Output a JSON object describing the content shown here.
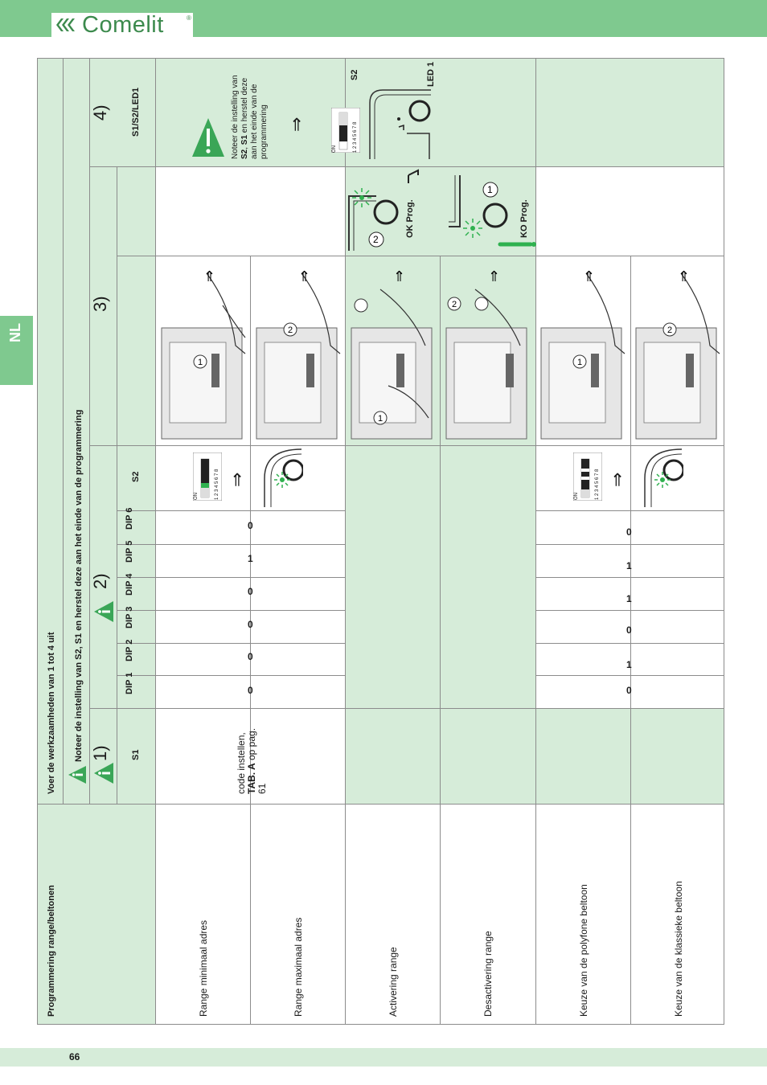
{
  "brand": {
    "logo_text": "Comelit",
    "reg": "®"
  },
  "side_tab": {
    "label": "NL"
  },
  "page": {
    "number": "66"
  },
  "header": {
    "row1_title": "Programmering range/beltonen",
    "row1_subtitle": "Voer de werkzaamheden van 1 tot 4 uit",
    "row2_note": "Noteer de instelling van S2, S1 en herstel deze aan het einde van de programmering"
  },
  "steps": [
    {
      "label": "1)"
    },
    {
      "label": "2)"
    },
    {
      "label": "3)"
    },
    {
      "label": "4)"
    }
  ],
  "columns": {
    "s1": "S1",
    "dip": [
      "DIP 1",
      "DIP 2",
      "DIP 3",
      "DIP 4",
      "DIP 5",
      "DIP 6"
    ],
    "s2": "S2",
    "s1s2led1": "S1/S2/LED1"
  },
  "s1_text": {
    "line1": "code instellen,",
    "tab": "TAB. A",
    "line2": " op pag.",
    "line3": "61"
  },
  "rows": [
    {
      "label": "Range minimaal adres",
      "dips": []
    },
    {
      "label": "Range maximaal adres",
      "dips": []
    },
    {
      "label": "Activering range"
    },
    {
      "label": "Desactivering range"
    },
    {
      "label": "Keuze van de polyfone beltoon",
      "dips": []
    },
    {
      "label": "Keuze van de klassieke beltoon",
      "dips": []
    }
  ],
  "dip_values_range": [
    "0",
    "0",
    "0",
    "0",
    "1",
    "0"
  ],
  "dip_values_tone": [
    "0",
    "1",
    "0",
    "1",
    "1",
    "0"
  ],
  "dip_switch": {
    "on": "ON",
    "numbers": "1 2 3 4 5 6 7 8"
  },
  "ok_label": "OK Prog.",
  "ko_label": "KO Prog.",
  "note4": {
    "l1": "Noteer de instelling van",
    "l2a": "S2",
    "l2b": ",",
    "l2c": "S1",
    "l2d": " en herstel deze",
    "l3": "aan het einde van de",
    "l4": "programmering"
  },
  "s2_label": "S2",
  "led_label": "LED 1",
  "callouts": [
    "1",
    "2"
  ],
  "arrow": "⇒",
  "colors": {
    "accent": "#7fc98f",
    "panel": "#d6ecd9",
    "warning": "#3aa657",
    "led": "#2fb14f"
  }
}
